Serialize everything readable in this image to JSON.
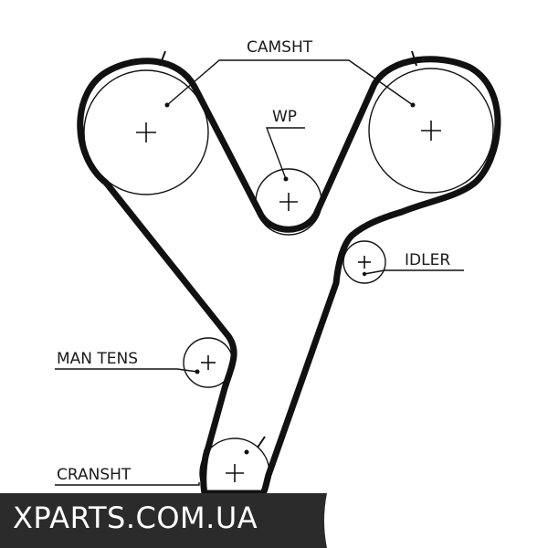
{
  "labels": {
    "camshaft": "CAMSHT",
    "water_pump": "WP",
    "idler": "IDLER",
    "manual_tensioner": "MAN TENS",
    "crankshaft": "CRANSHT"
  },
  "watermark": "XPARTS.COM.UA",
  "colors": {
    "line": "#111111",
    "banner": "#2b2b2b",
    "background": "#ffffff"
  }
}
